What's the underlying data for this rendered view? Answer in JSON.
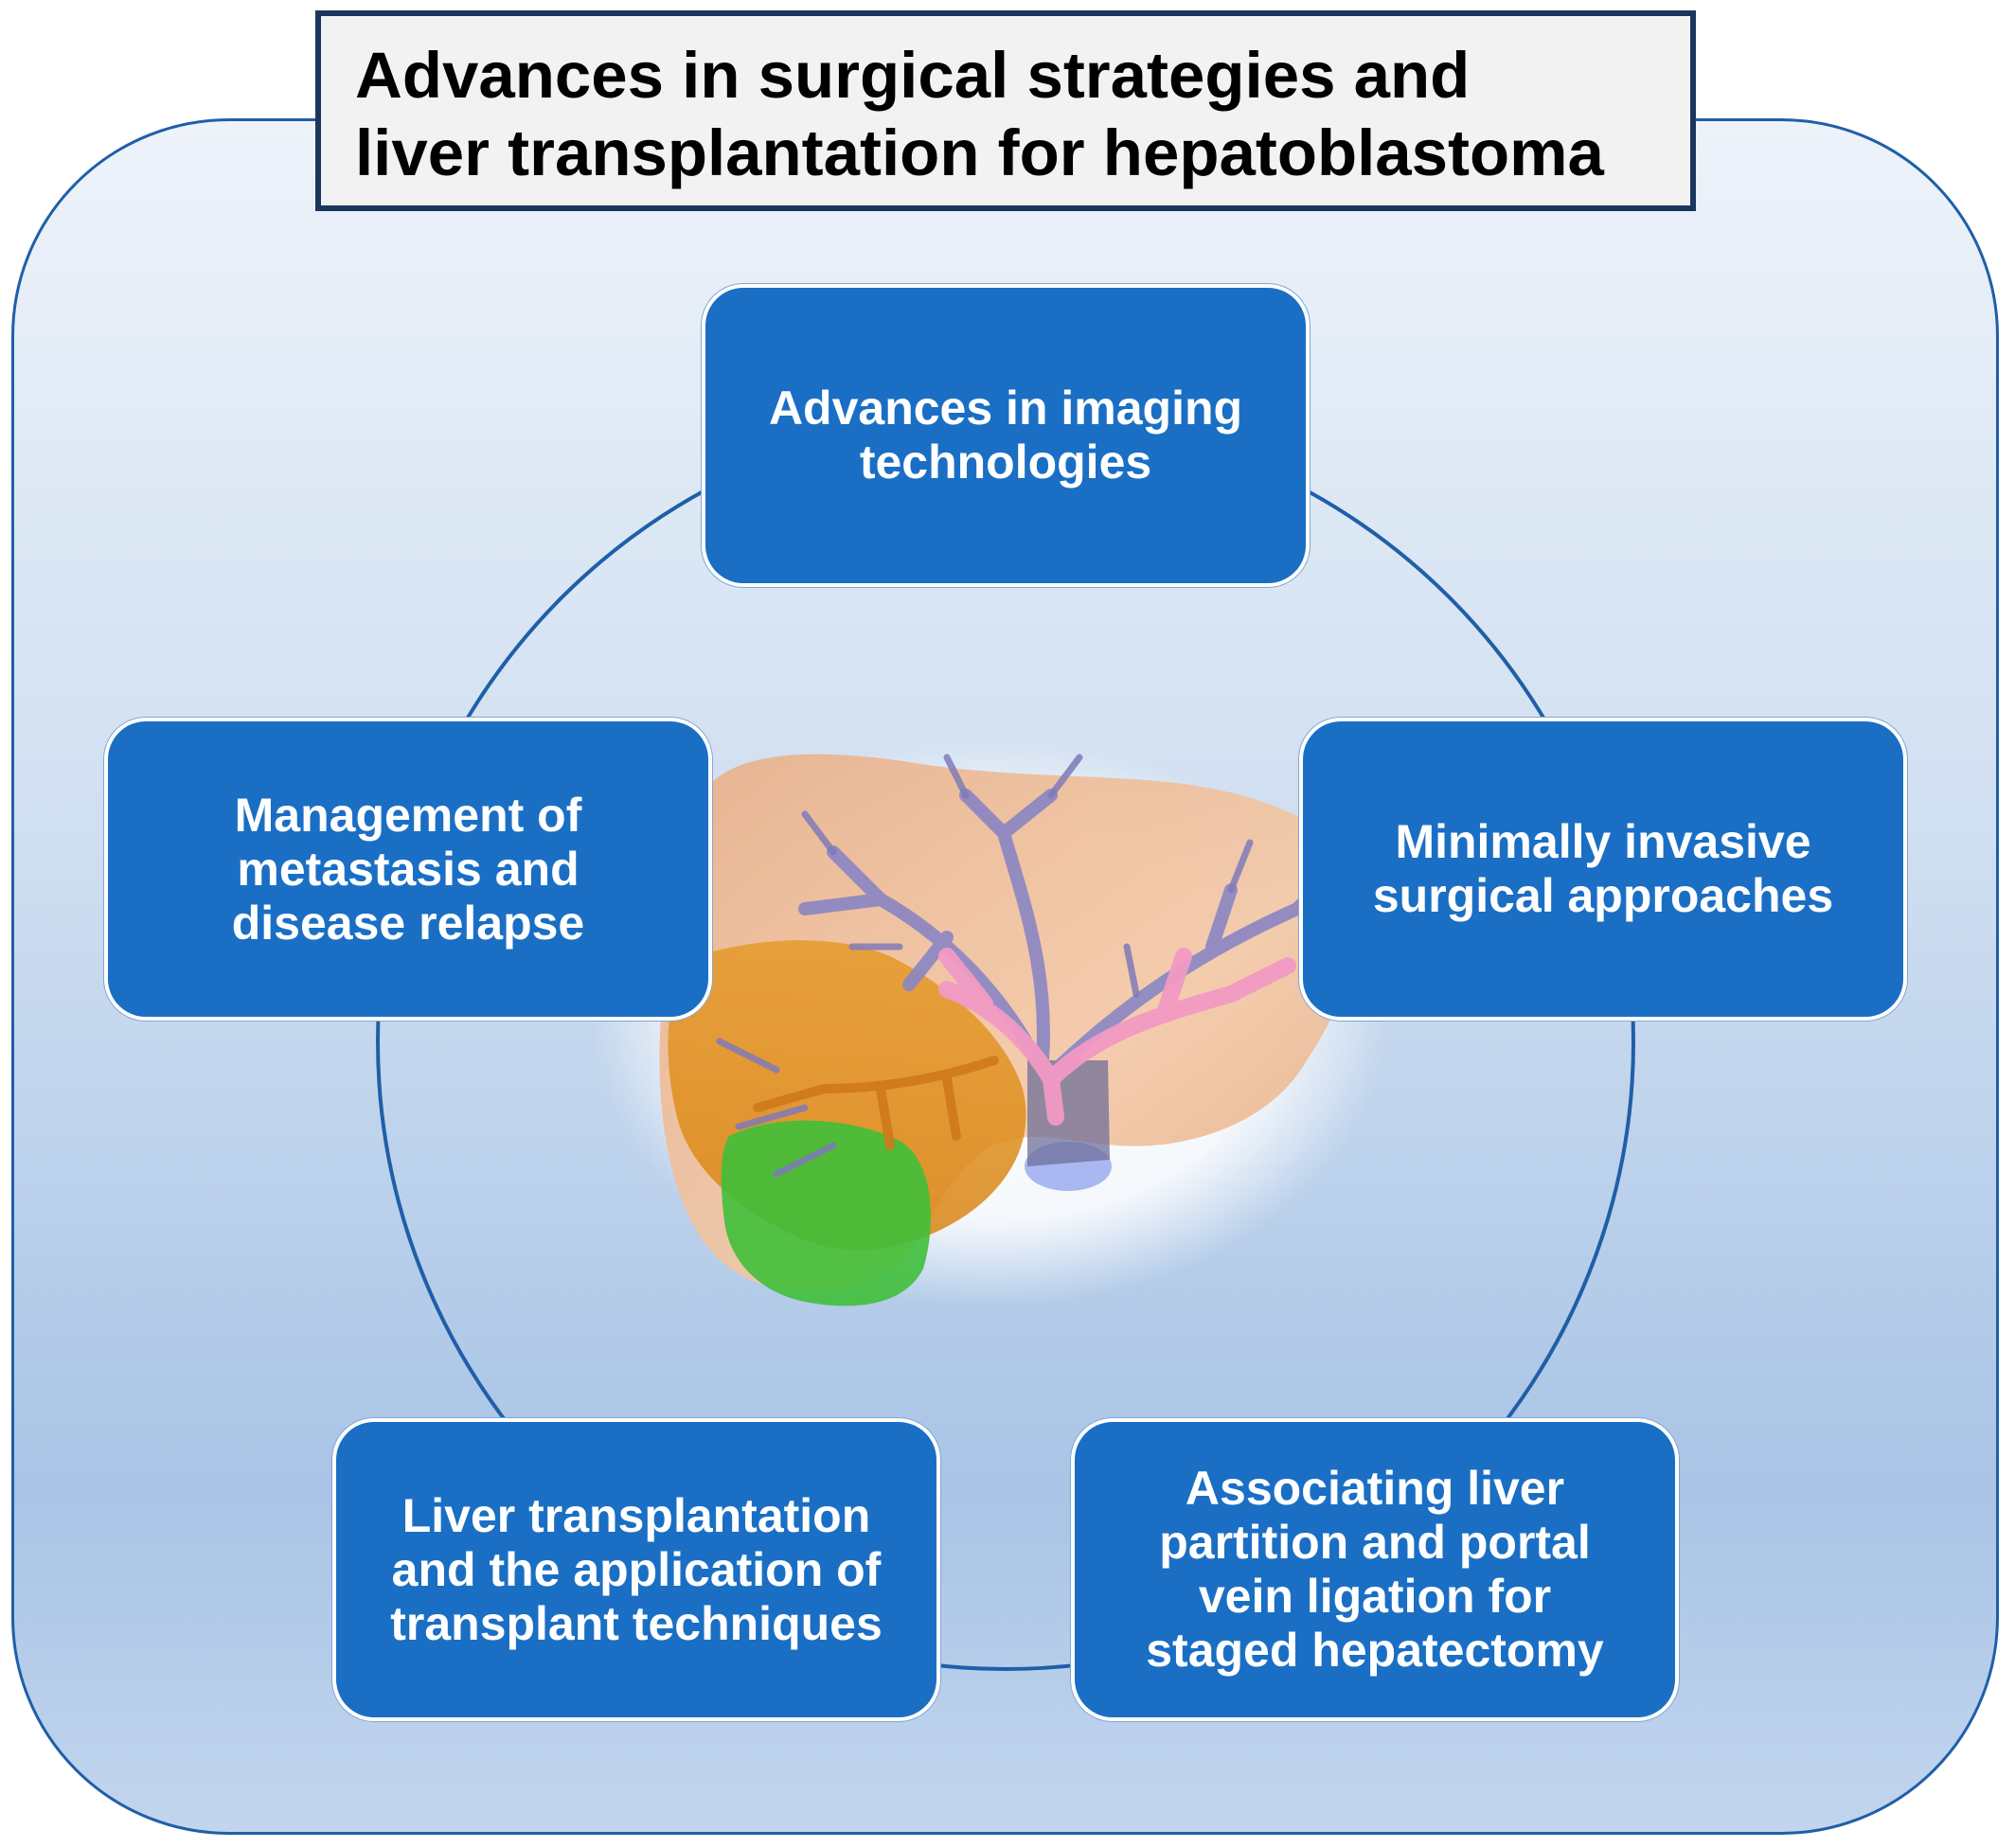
{
  "title": {
    "line1": "Advances in surgical strategies and",
    "line2": "liver transplantation for hepatoblastoma"
  },
  "topics": [
    {
      "id": "imaging",
      "lines": [
        "Advances in imaging",
        "technologies"
      ]
    },
    {
      "id": "minimally",
      "lines": [
        "Minimally invasive",
        "surgical approaches"
      ]
    },
    {
      "id": "alpps",
      "lines": [
        "Associating liver",
        "partition and portal",
        "vein ligation for",
        "staged hepatectomy"
      ]
    },
    {
      "id": "transplant",
      "lines": [
        "Liver transplantation",
        "and the application of",
        "transplant techniques"
      ]
    },
    {
      "id": "metastasis",
      "lines": [
        "Management of",
        "metastasis and",
        "disease relapse"
      ]
    }
  ],
  "colors": {
    "panel_border": "#1f5fa8",
    "box_fill": "#1a6fc4",
    "title_border": "#1b365d",
    "ring": "#1f5fa8"
  },
  "illustration": {
    "name": "liver-3d-model",
    "icon": "liver-vessels-icon"
  }
}
